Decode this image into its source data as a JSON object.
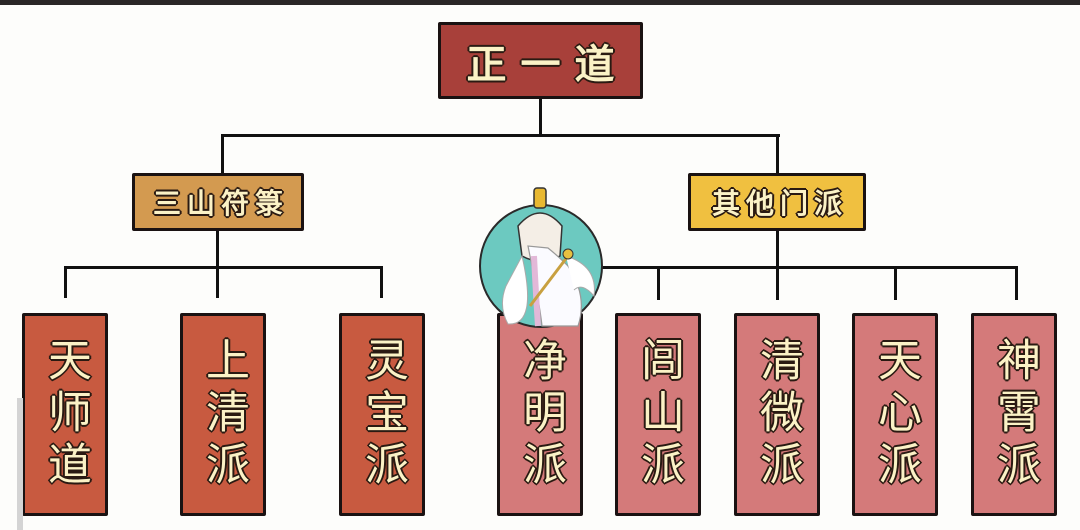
{
  "root": {
    "label": "正一道"
  },
  "branches": [
    {
      "label": "三山符箓",
      "color": "#d39a50",
      "children": [
        {
          "label": "天师道"
        },
        {
          "label": "上清派"
        },
        {
          "label": "灵宝派"
        }
      ]
    },
    {
      "label": "其他门派",
      "color": "#f0c040",
      "children": [
        {
          "label": "净明派"
        },
        {
          "label": "闾山派"
        },
        {
          "label": "清微派"
        },
        {
          "label": "天心派"
        },
        {
          "label": "神霄派"
        }
      ]
    }
  ],
  "colors": {
    "root": "#a8403a",
    "leaf_left": "#c85a40",
    "leaf_right": "#d47a7a",
    "avatar_bg": "#6cc9c0"
  },
  "icons": {
    "avatar": "taoist-sage-illustration"
  }
}
